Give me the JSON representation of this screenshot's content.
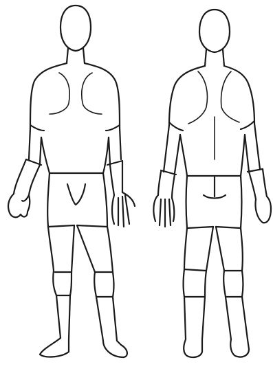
{
  "figure": {
    "views": [
      {
        "id": "front",
        "description": "front"
      },
      {
        "id": "back",
        "description": "back"
      }
    ],
    "colors": {
      "ink": "#1a1a1a",
      "paper": "#ffffff"
    }
  }
}
